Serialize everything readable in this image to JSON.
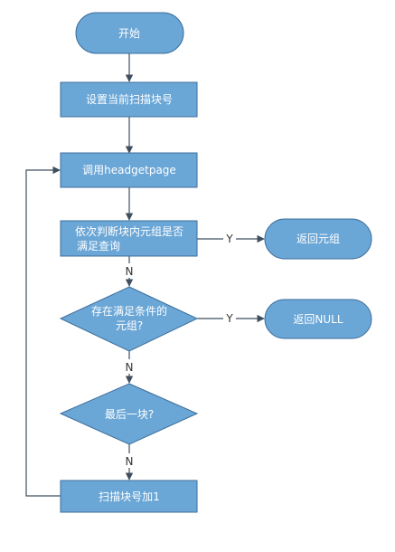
{
  "colors": {
    "node_fill": "#6aa6d6",
    "node_stroke": "#3e6f9c",
    "node_text": "#ffffff",
    "edge": "#3f4f5f",
    "edge_label": "#333333"
  },
  "nodes": {
    "start": {
      "label": "开始"
    },
    "set_block": {
      "label": "设置当前扫描块号"
    },
    "call_headgetpage": {
      "label": "调用headgetpage"
    },
    "check_tuples": {
      "line1": "依次判断块内元组是否",
      "line2": "满足查询"
    },
    "return_tuple": {
      "label": "返回元组"
    },
    "exists_tuple": {
      "line1": "存在满足条件的",
      "line2": "元组?"
    },
    "return_null": {
      "label": "返回NULL"
    },
    "last_block": {
      "label": "最后一块?"
    },
    "increment_block": {
      "label": "扫描块号加1"
    }
  },
  "edge_labels": {
    "check_yes": "Y",
    "check_no": "N",
    "exists_yes": "Y",
    "exists_no": "N",
    "last_no": "N"
  }
}
